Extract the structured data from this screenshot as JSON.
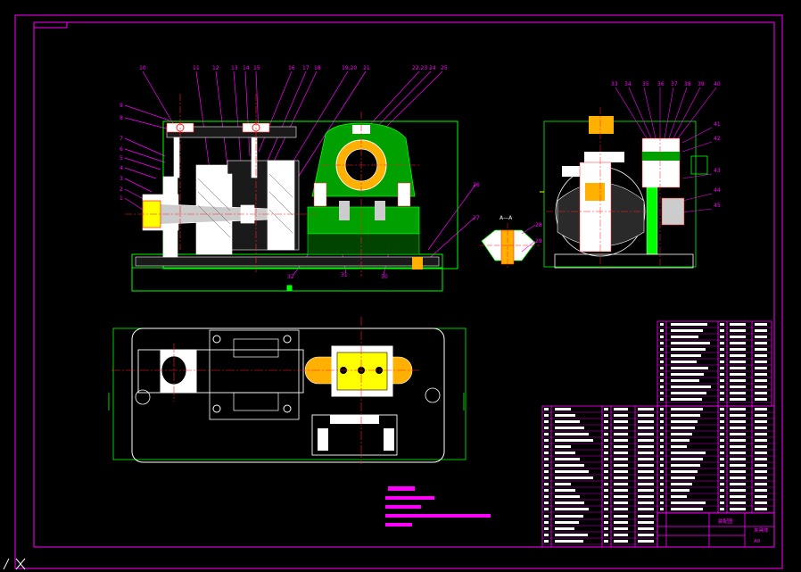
{
  "colors": {
    "background": "#000000",
    "frame": "#ff00ff",
    "outline": "#00ff00",
    "center_line": "#ff2020",
    "part_fill": "#ffffff",
    "leader": "#ff00ff",
    "hatch": "#00c000",
    "accent_yellow": "#ffff00",
    "accent_orange": "#ffb000",
    "dim_cyan": "#00ffff"
  },
  "title_block": {
    "drawing_name": "装配图",
    "drawing_subtitle": "夹具体",
    "sheet_size": "A0"
  },
  "balloons_front": [
    "10",
    "11",
    "12",
    "13",
    "14",
    "15",
    "16",
    "17",
    "18",
    "19,20",
    "21",
    "22,23",
    "24",
    "25",
    "9",
    "8",
    "7",
    "6",
    "5",
    "4",
    "3",
    "2",
    "1",
    "26",
    "27",
    "28",
    "29",
    "30",
    "31",
    "32"
  ],
  "balloons_side": [
    "33",
    "34",
    "35",
    "36",
    "37",
    "38",
    "39",
    "40",
    "41",
    "42",
    "43",
    "44",
    "45"
  ],
  "detail_label": "A—A",
  "icons": {
    "ucs": "ucs-axis-icon",
    "cursor": "crosshair-icon"
  }
}
